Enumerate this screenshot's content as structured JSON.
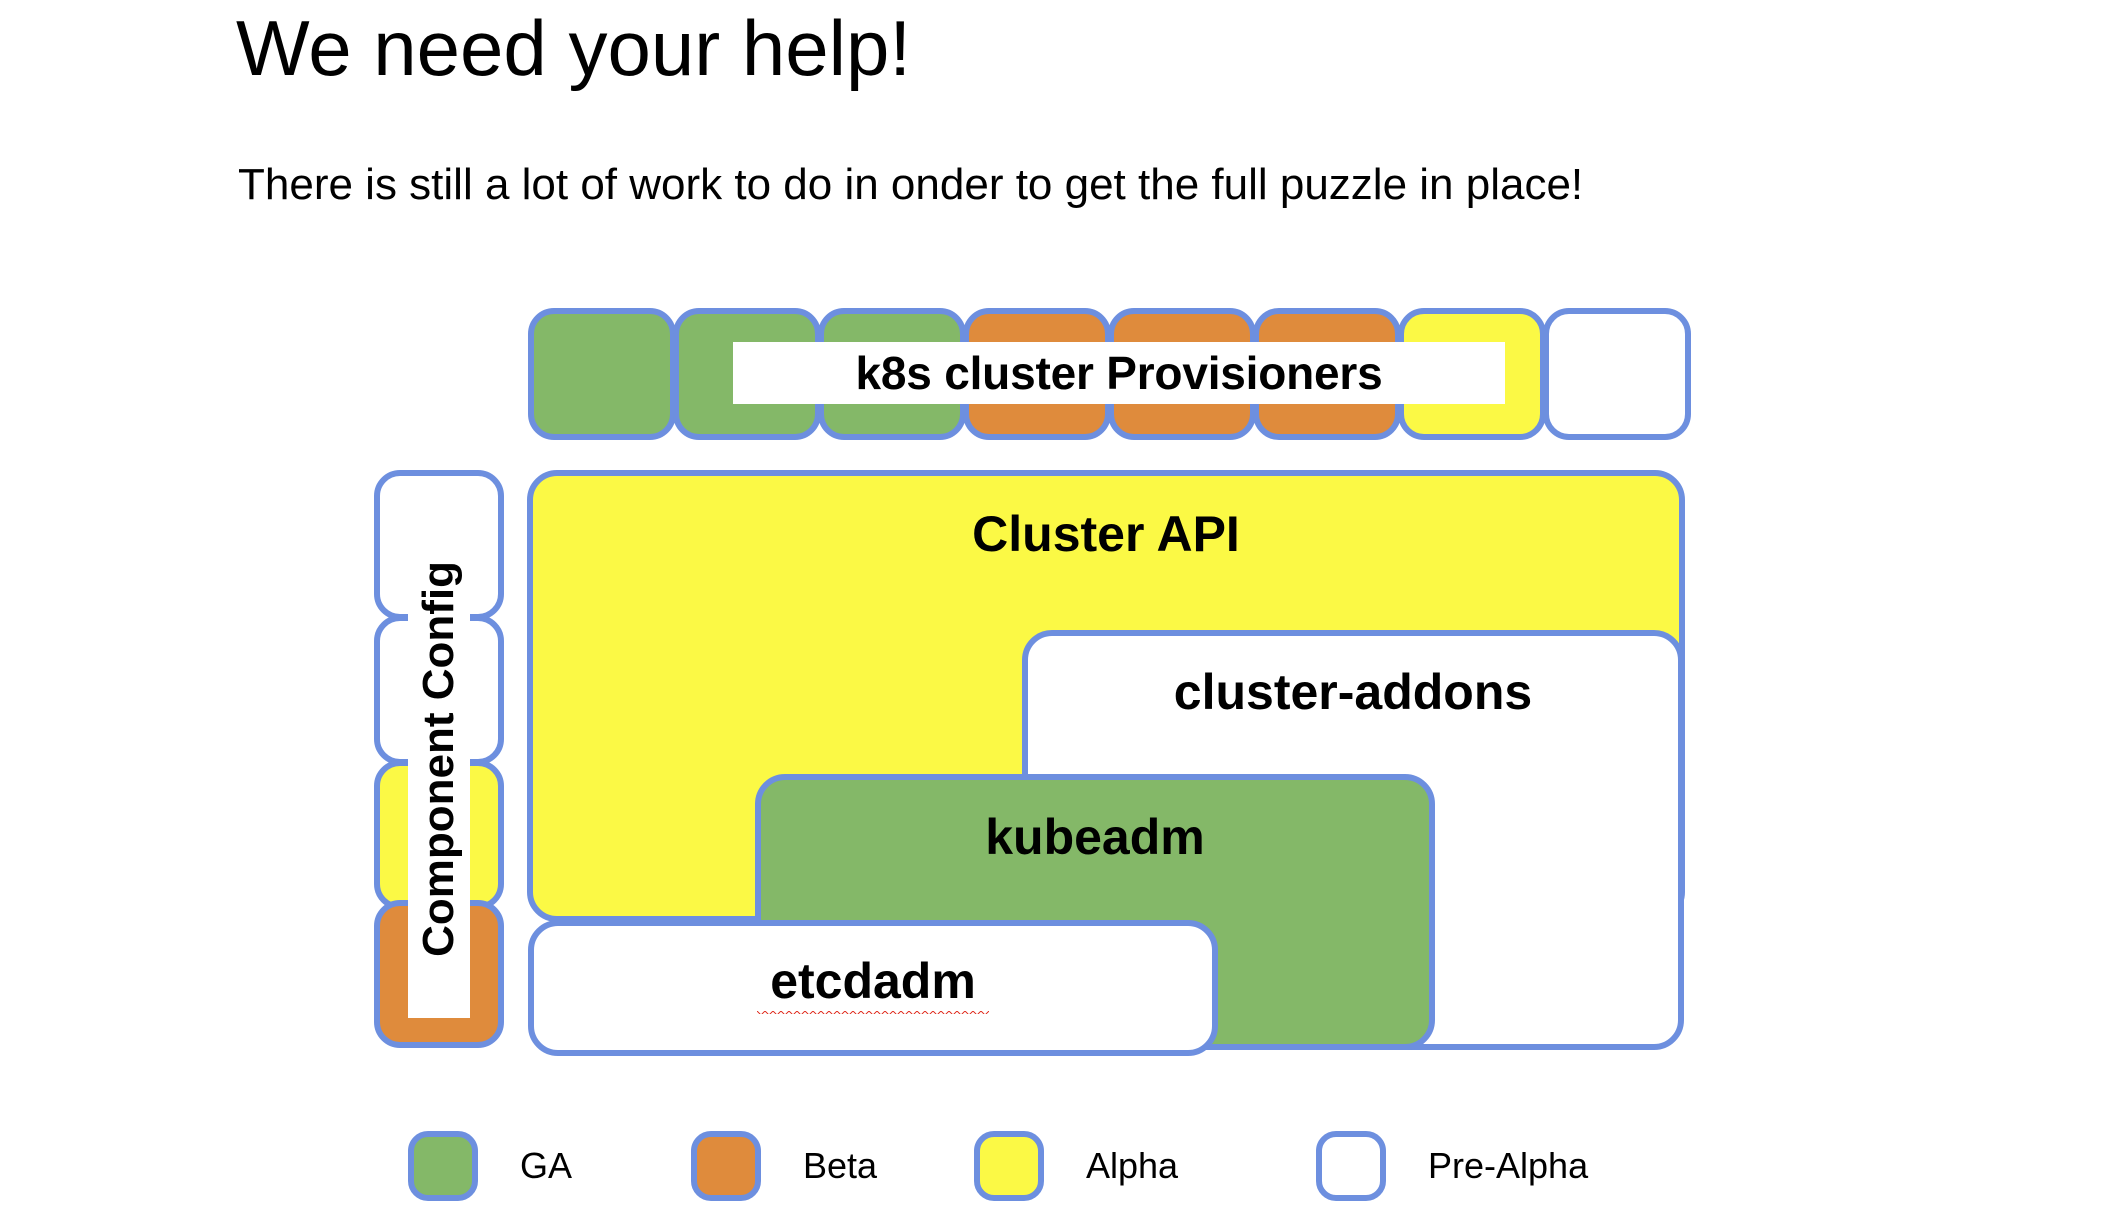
{
  "slide": {
    "title": "We need your help!",
    "subtitle": "There is still a lot of work to do in onder to get the full puzzle in place!"
  },
  "diagram": {
    "provisioner_row": {
      "label": "k8s cluster Provisioners",
      "cells": [
        {
          "status": "ga",
          "status_label": "GA"
        },
        {
          "status": "ga",
          "status_label": "GA"
        },
        {
          "status": "ga",
          "status_label": "GA"
        },
        {
          "status": "beta",
          "status_label": "Beta"
        },
        {
          "status": "beta",
          "status_label": "Beta"
        },
        {
          "status": "beta",
          "status_label": "Beta"
        },
        {
          "status": "alpha",
          "status_label": "Alpha"
        },
        {
          "status": "prealpha",
          "status_label": "Pre-Alpha"
        }
      ]
    },
    "component_config": {
      "label": "Component Config",
      "cells": [
        {
          "status": "prealpha",
          "status_label": "Pre-Alpha"
        },
        {
          "status": "prealpha",
          "status_label": "Pre-Alpha"
        },
        {
          "status": "alpha",
          "status_label": "Alpha"
        },
        {
          "status": "beta",
          "status_label": "Beta"
        }
      ]
    },
    "boxes": [
      {
        "name": "cluster-api",
        "label": "Cluster API",
        "status": "alpha",
        "status_label": "Alpha"
      },
      {
        "name": "cluster-addons",
        "label": "cluster-addons",
        "status": "prealpha",
        "status_label": "Pre-Alpha"
      },
      {
        "name": "kubeadm",
        "label": "kubeadm",
        "status": "ga",
        "status_label": "GA"
      },
      {
        "name": "etcdadm",
        "label": "etcdadm",
        "status": "prealpha",
        "status_label": "Pre-Alpha",
        "spellcheck_flagged": true
      }
    ]
  },
  "legend": {
    "items": [
      {
        "label": "GA",
        "status": "ga",
        "color": "#84b868"
      },
      {
        "label": "Beta",
        "status": "beta",
        "color": "#df8b3c"
      },
      {
        "label": "Alpha",
        "status": "alpha",
        "color": "#fbf945"
      },
      {
        "label": "Pre-Alpha",
        "status": "prealpha",
        "color": "#ffffff"
      }
    ]
  },
  "colors": {
    "border": "#6d8fdf",
    "ga": "#84b868",
    "beta": "#df8b3c",
    "alpha": "#fbf945",
    "prealpha": "#ffffff",
    "spellcheck": "#e23b2e"
  }
}
